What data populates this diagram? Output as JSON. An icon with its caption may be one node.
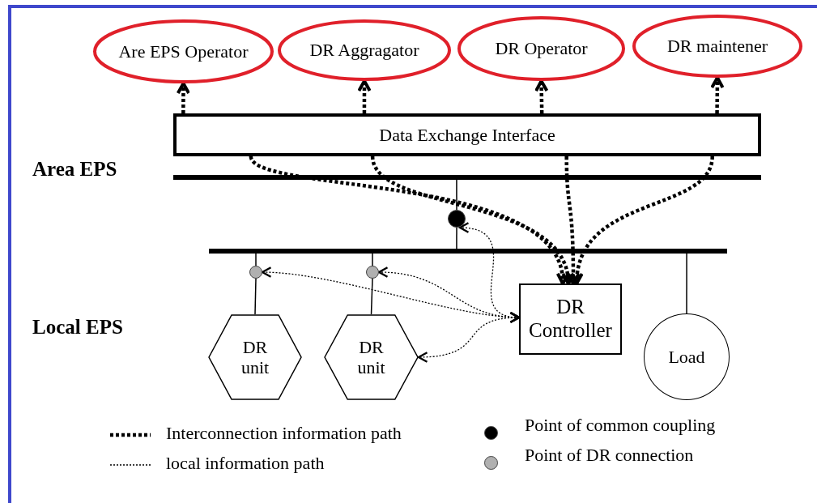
{
  "diagram": {
    "nodes": [
      {
        "text": [
          "Are EPS Operator"
        ]
      },
      {
        "text": [
          "DR Aggragator"
        ]
      },
      {
        "text": [
          "DR Operator"
        ]
      },
      {
        "text": [
          "DR maintener"
        ]
      },
      {
        "text": [
          "Data Exchange Interface"
        ]
      },
      {
        "text": [],
        "shape": "bar"
      },
      {
        "text": [],
        "shape": "circle"
      },
      {
        "text": [],
        "shape": "bar"
      },
      {
        "text": [],
        "shape": "circle"
      },
      {
        "text": [],
        "shape": "circle"
      },
      {
        "text": [
          "DR Controller"
        ]
      },
      {
        "text": [
          "DR unit"
        ]
      },
      {
        "text": [
          "DR unit"
        ]
      },
      {
        "text": [
          "Load"
        ]
      }
    ],
    "edges": [
      {
        "from": 4,
        "to": 0,
        "arrow": "to",
        "style": "dashed"
      },
      {
        "from": 4,
        "to": 1,
        "arrow": "to",
        "style": "dashed"
      },
      {
        "from": 4,
        "to": 2,
        "arrow": "to",
        "style": "dashed"
      },
      {
        "from": 4,
        "to": 3,
        "arrow": "to",
        "style": "dashed"
      },
      {
        "from": 4,
        "to": 10,
        "arrow": "to",
        "style": "dashed"
      },
      {
        "from": 4,
        "to": 10,
        "arrow": "to",
        "style": "dashed"
      },
      {
        "from": 4,
        "to": 10,
        "arrow": "to",
        "style": "dashed"
      },
      {
        "from": 4,
        "to": 10,
        "arrow": "to",
        "style": "dashed"
      },
      {
        "from": 5,
        "to": 6,
        "arrow": "none"
      },
      {
        "from": 6,
        "to": 7,
        "arrow": "none"
      },
      {
        "from": 7,
        "to": 8,
        "arrow": "none"
      },
      {
        "from": 8,
        "to": 11,
        "arrow": "none"
      },
      {
        "from": 7,
        "to": 9,
        "arrow": "none"
      },
      {
        "from": 9,
        "to": 12,
        "arrow": "none"
      },
      {
        "from": 7,
        "to": 13,
        "arrow": "none"
      },
      {
        "from": 10,
        "to": 6,
        "arrow": "both",
        "style": "dashed"
      },
      {
        "from": 10,
        "to": 8,
        "arrow": "both",
        "style": "dashed"
      },
      {
        "from": 10,
        "to": 9,
        "arrow": "both",
        "style": "dashed"
      },
      {
        "from": 10,
        "to": 12,
        "arrow": "both",
        "style": "dashed"
      }
    ],
    "labels": [
      "Area EPS",
      "Local EPS"
    ],
    "legend": [
      {
        "text": "Interconnection information path"
      },
      {
        "text": "local information path"
      },
      {
        "text": "Point of common coupling",
        "color": "#000000"
      },
      {
        "text": "Point of DR connection",
        "color": "#b0b0b0"
      }
    ]
  }
}
